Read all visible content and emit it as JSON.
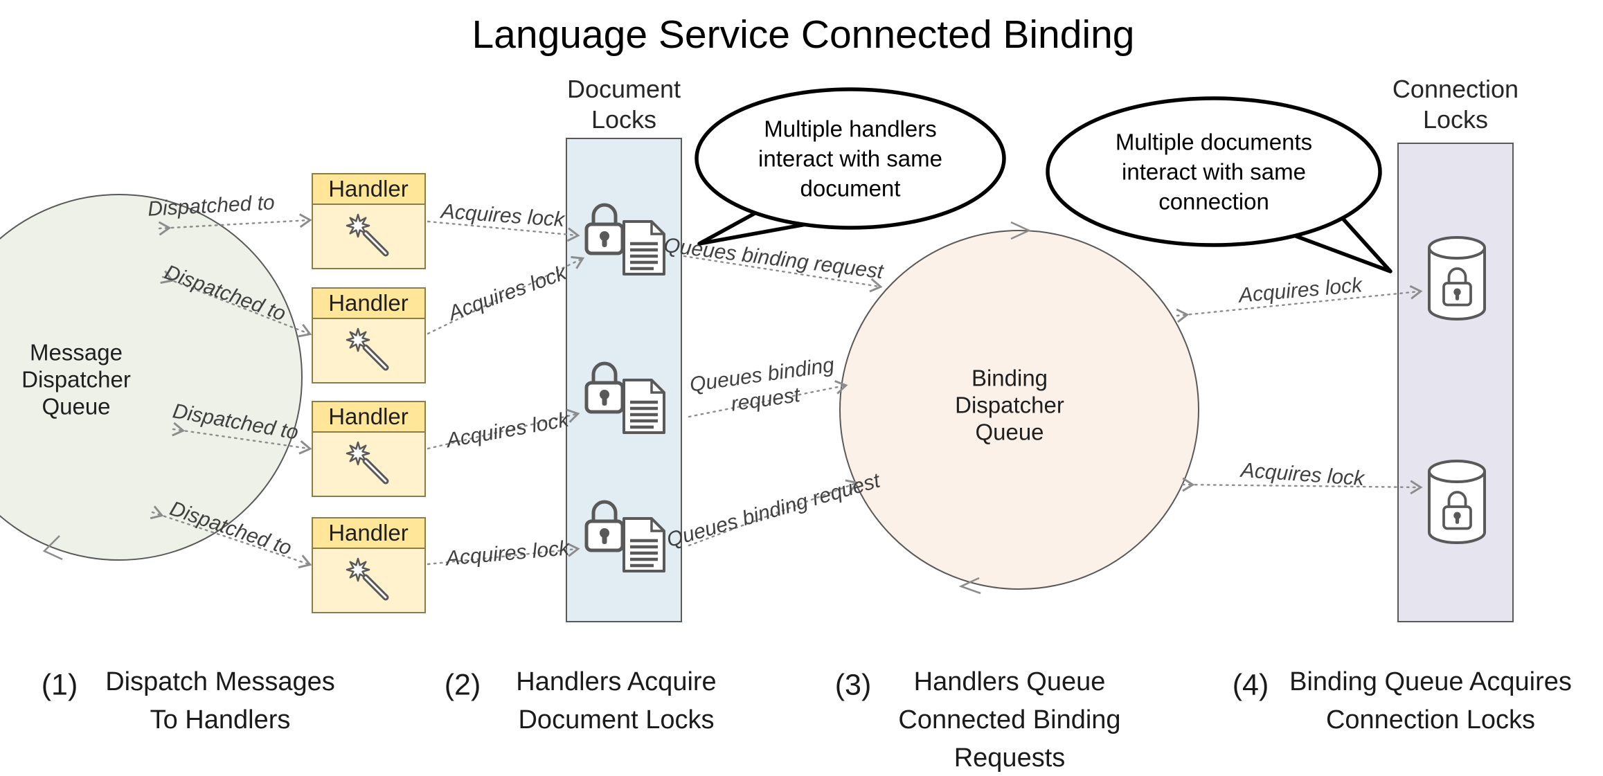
{
  "title": "Language Service Connected Binding",
  "nodes": {
    "message_queue": {
      "lines": [
        "Message",
        "Dispatcher",
        "Queue"
      ]
    },
    "binding_queue": {
      "lines": [
        "Binding",
        "Dispatcher",
        "Queue"
      ]
    },
    "document_locks": {
      "lines": [
        "Document",
        "Locks"
      ]
    },
    "connection_locks": {
      "lines": [
        "Connection",
        "Locks"
      ]
    },
    "handlers": [
      "Handler",
      "Handler",
      "Handler",
      "Handler"
    ]
  },
  "callouts": {
    "handlers_same_document": {
      "lines": [
        "Multiple handlers",
        "interact with same",
        "document"
      ]
    },
    "documents_same_connection": {
      "lines": [
        "Multiple documents",
        "interact with same",
        "connection"
      ]
    }
  },
  "edges": {
    "dispatched": [
      "Dispatched to",
      "Dispatched to",
      "Dispatched to",
      "Dispatched to"
    ],
    "acquires_document_lock": [
      "Acquires lock",
      "Acquires lock",
      "Acquires lock",
      "Acquires lock"
    ],
    "queues_binding_request": [
      {
        "lines": [
          "Queues binding request"
        ]
      },
      {
        "lines": [
          "Queues binding",
          "request"
        ]
      },
      {
        "lines": [
          "Queues binding request"
        ]
      }
    ],
    "acquires_connection_lock": [
      "Acquires lock",
      "Acquires lock"
    ]
  },
  "captions": [
    {
      "num": "(1)",
      "lines": [
        "Dispatch Messages",
        "To Handlers"
      ]
    },
    {
      "num": "(2)",
      "lines": [
        "Handlers Acquire",
        "Document Locks"
      ]
    },
    {
      "num": "(3)",
      "lines": [
        "Handlers Queue",
        "Connected Binding",
        "Requests"
      ]
    },
    {
      "num": "(4)",
      "lines": [
        "Binding Queue Acquires",
        "Connection Locks"
      ]
    }
  ],
  "colors": {
    "message_queue_fill": "#edf1e7",
    "binding_queue_fill": "#fcf1e9",
    "document_locks_fill": "#e2edf3",
    "connection_locks_fill": "#e6e4ee",
    "handler_header": "#ffe699",
    "handler_body": "#fff2cc",
    "arrow": "#8c8c8c",
    "icon_stroke": "#595959",
    "bubble_border": "#000000"
  }
}
